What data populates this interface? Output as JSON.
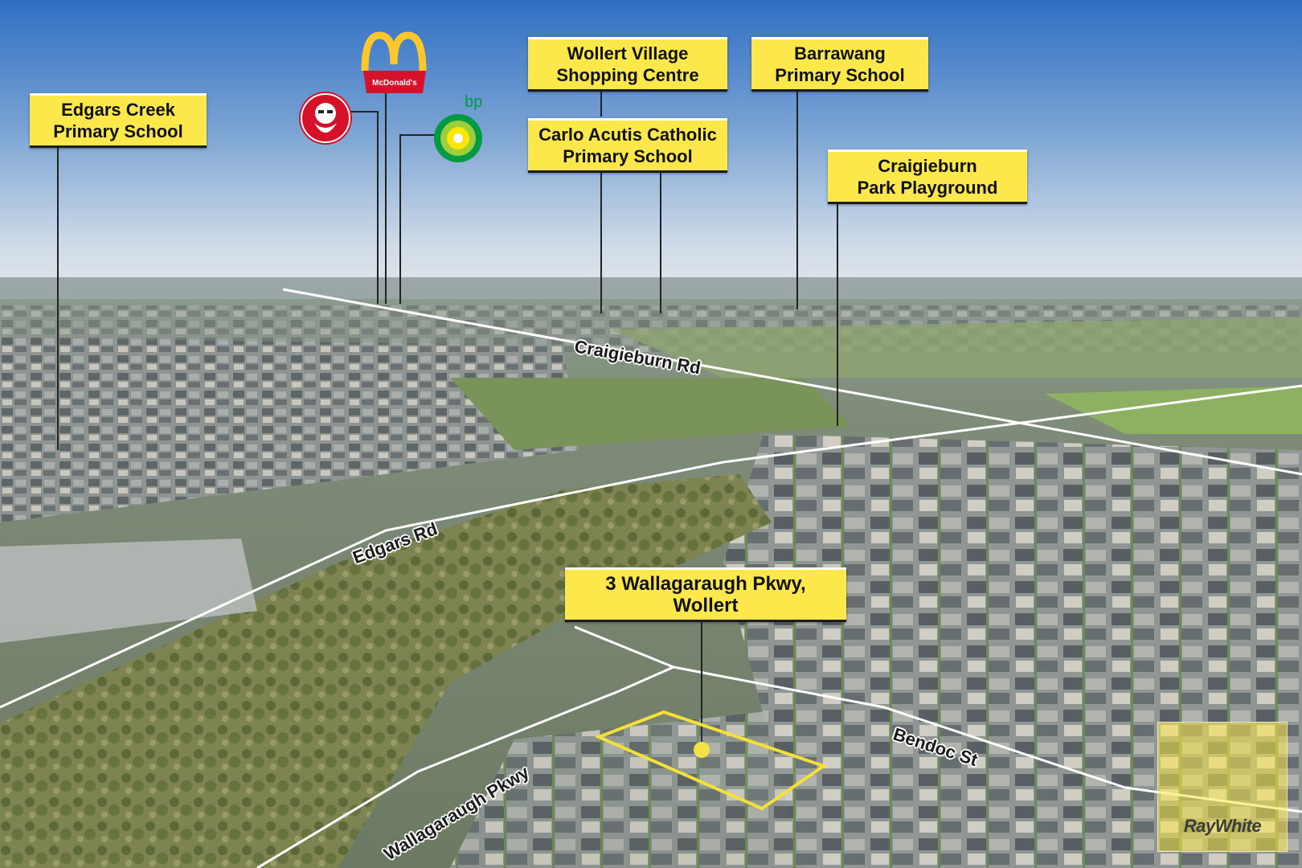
{
  "labels": {
    "edgars_creek": [
      "Edgars Creek",
      "Primary School"
    ],
    "wollert_village": [
      "Wollert Village",
      "Shopping Centre"
    ],
    "carlo_acutis": [
      "Carlo Acutis Catholic",
      "Primary School"
    ],
    "barrawang": [
      "Barrawang",
      "Primary School"
    ],
    "craigieburn_park": [
      "Craigieburn",
      "Park Playground"
    ],
    "property": [
      "3 Wallagaraugh Pkwy,",
      "Wollert"
    ]
  },
  "roads": {
    "craigieburn_rd": "Craigieburn Rd",
    "edgars_rd": "Edgars Rd",
    "wallagaraugh_pkwy": "Wallagaraugh Pkwy",
    "bendoc_st": "Bendoc St"
  },
  "brands": {
    "mcdonalds": "McDonald's",
    "bp": "bp"
  },
  "watermark": "RayWhite",
  "colors": {
    "label_yellow": "#fce84a",
    "highlight_yellow": "#f5e03a",
    "road_line": "#ffffff"
  }
}
